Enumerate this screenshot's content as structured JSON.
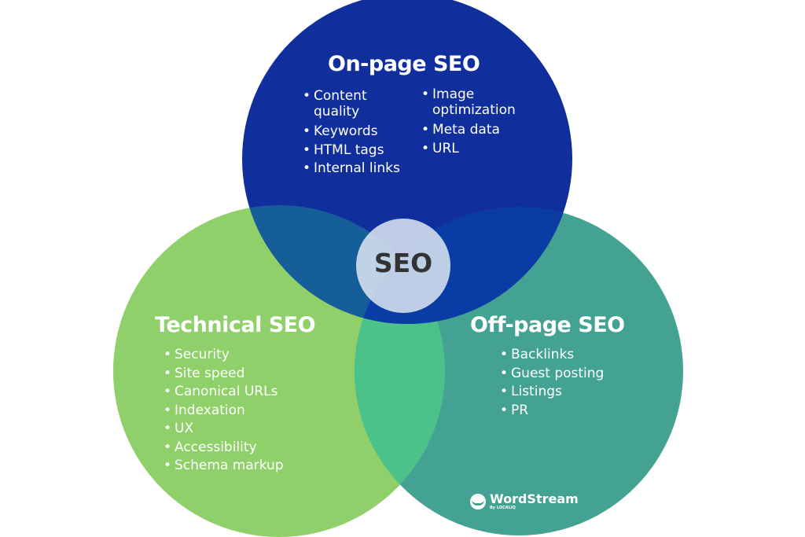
{
  "center_label": "SEO",
  "colors": {
    "on_page": "#112f9c",
    "technical": "#8fd06a",
    "off_page": "#44a293",
    "on_tech": "#155e9a",
    "on_off": "#0a3ca6",
    "tech_off": "#4ac28a",
    "center": "#d8e2f0"
  },
  "on_page": {
    "title": "On-page SEO",
    "col1": [
      "Content quality",
      "Keywords",
      "HTML tags",
      "Internal links"
    ],
    "col2": [
      "Image optimization",
      "Meta data",
      "URL"
    ]
  },
  "technical": {
    "title": "Technical SEO",
    "items": [
      "Security",
      "Site speed",
      "Canonical URLs",
      "Indexation",
      "UX",
      "Accessibility",
      "Schema markup"
    ]
  },
  "off_page": {
    "title": "Off-page SEO",
    "items": [
      "Backlinks",
      "Guest posting",
      "Listings",
      "PR"
    ]
  },
  "logo": {
    "name": "WordStream",
    "by": "By LOCALIQ"
  }
}
